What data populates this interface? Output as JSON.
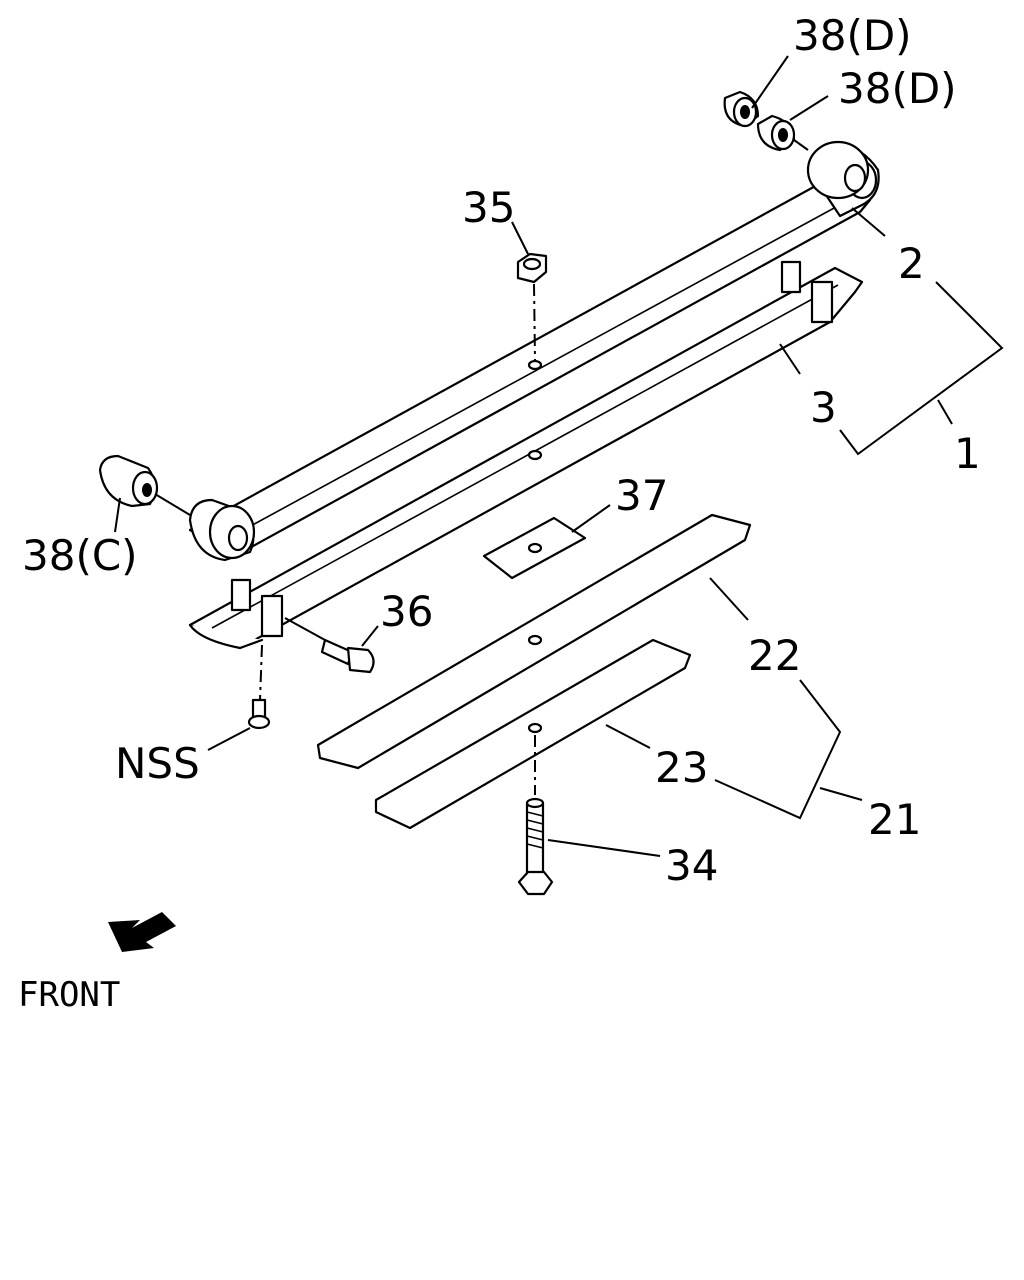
{
  "callouts": {
    "c38d_a": "38(D)",
    "c38d_b": "38(D)",
    "c35": "35",
    "c2": "2",
    "c3": "3",
    "c1": "1",
    "c37": "37",
    "c38c": "38(C)",
    "c36": "36",
    "c22": "22",
    "cnss": "NSS",
    "c23": "23",
    "c21": "21",
    "c34": "34"
  },
  "front_label": "FRONT"
}
